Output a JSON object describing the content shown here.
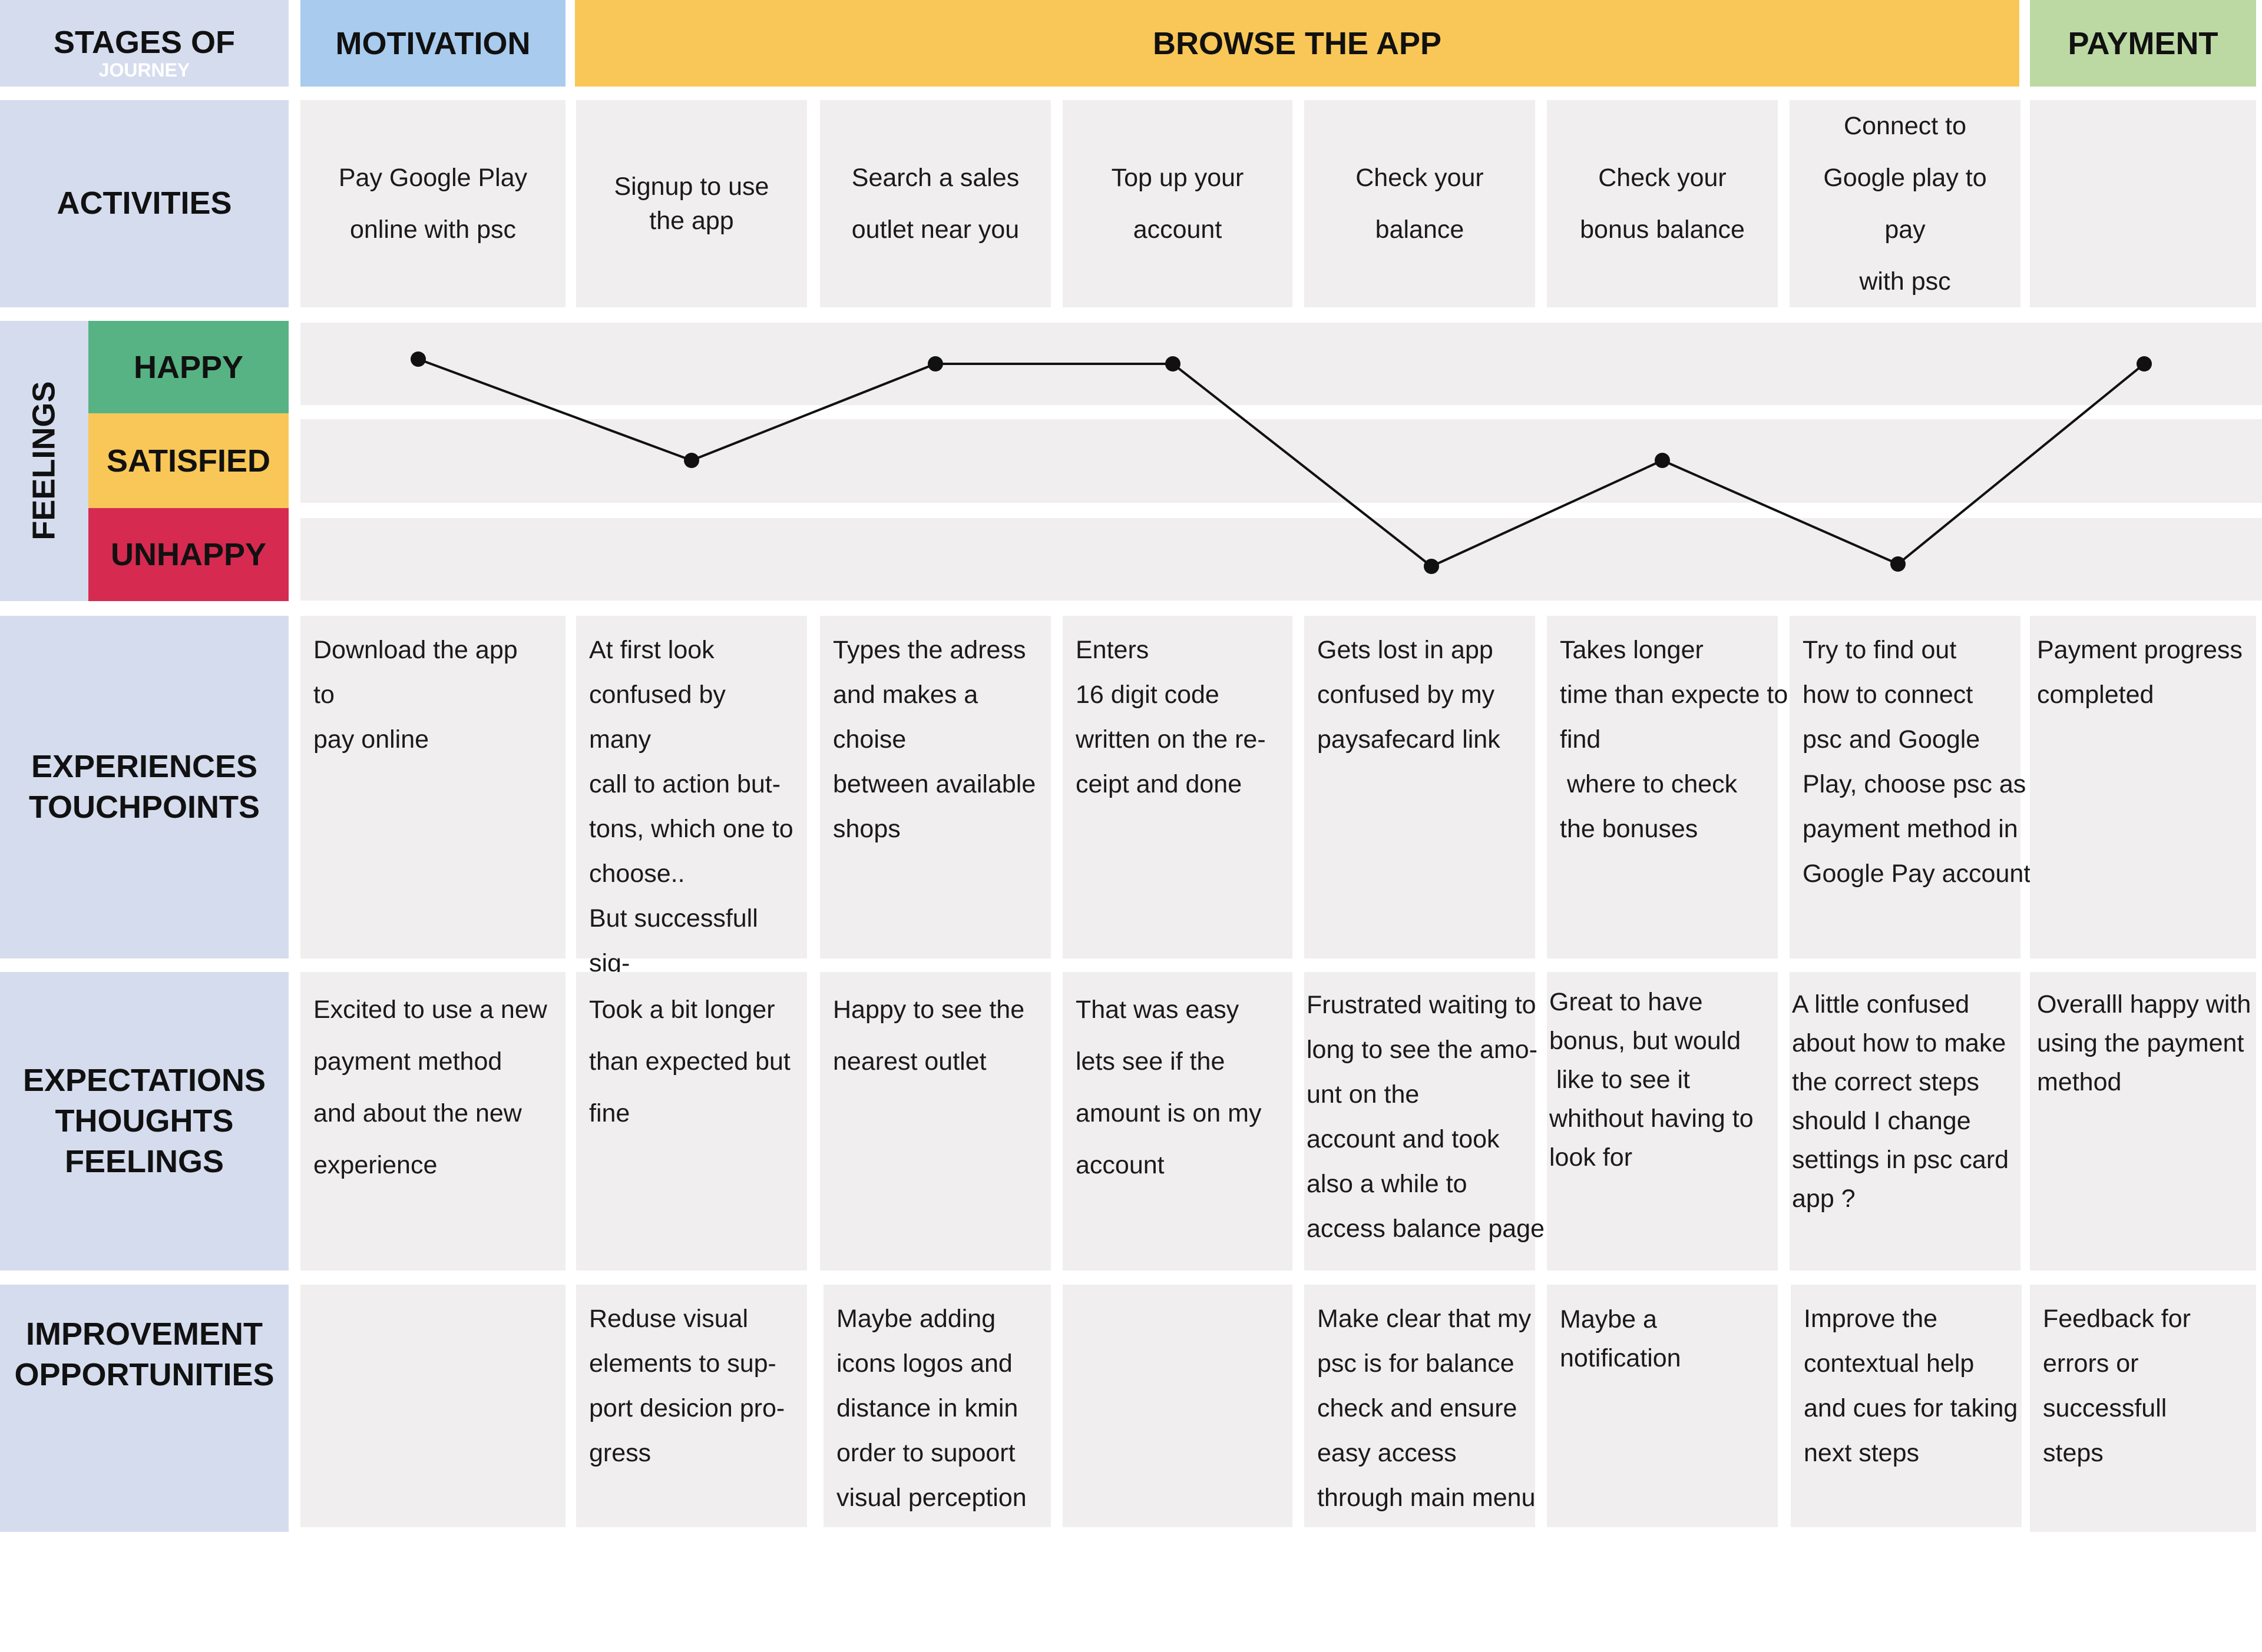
{
  "header": {
    "stages_of": "STAGES OF",
    "journey": "JOURNEY",
    "stages": [
      {
        "label": "MOTIVATION",
        "color": "#a8cbee"
      },
      {
        "label": "BROWSE THE APP",
        "color": "#f9c757"
      },
      {
        "label": "PAYMENT",
        "color": "#bcd9a3"
      }
    ]
  },
  "rows": {
    "activities": "ACTIVITIES",
    "experiences": [
      "EXPERIENCES",
      "TOUCHPOINTS"
    ],
    "expectations": [
      "EXPECTATIONS",
      "THOUGHTS",
      "FEELINGS"
    ],
    "improvements": [
      "IMPROVEMENT",
      "OPPORTUNITIES"
    ]
  },
  "feelings": {
    "label": "FEELINGS",
    "levels": [
      {
        "label": "HAPPY",
        "color": "#57b383"
      },
      {
        "label": "SATISFIED",
        "color": "#f9c757"
      },
      {
        "label": "UNHAPPY",
        "color": "#d62a51"
      }
    ]
  },
  "activities": [
    "Pay Google Play\nonline with psc",
    "Signup to use\nthe app",
    "Search a sales\noutlet near you",
    "Top up your\naccount",
    "Check your\nbalance",
    "Check your\nbonus balance",
    "Connect to\nGoogle play to pay\nwith psc",
    ""
  ],
  "experiences": [
    "Download the app\nto\npay online",
    "At first look\nconfused by many\ncall to action but-\ntons, which one to\nchoose..\nBut successfull sig-\nnup at the end.",
    "Types the adress\nand makes a choise\nbetween available\nshops",
    "Enters\n16 digit code\nwritten on the re-\nceipt and done",
    "Gets lost in app\nconfused by my\npaysafecard link",
    "Takes longer\ntime than expecte to\nfind\n where to check\nthe bonuses",
    "Try to find out\nhow to connect\npsc and Google\nPlay, choose psc as\npayment method in\nGoogle Pay account",
    "Payment progress\ncompleted"
  ],
  "expectations": [
    "Excited to use a new\npayment method\nand about the new\nexperience",
    "Took a bit longer\nthan expected but\nfine",
    "Happy to see the\nnearest outlet",
    "That was easy\nlets see if the\namount is on my\naccount",
    "Frustrated waiting to\nlong to see the amo-\nunt on the\naccount and took\nalso a while to\naccess balance page",
    "Great to have\nbonus, but would\n like to see it\nwhithout having to\nlook for",
    "A little confused\nabout how to make\nthe correct steps\nshould I change\nsettings in psc card\napp ?",
    "Overalll happy with\nusing the payment\nmethod"
  ],
  "improvements": [
    "",
    "Reduse visual\nelements to sup-\nport desicion pro-\ngress",
    "Maybe adding\nicons logos and\ndistance in kmin\norder to supoort\nvisual perception",
    "",
    "Make clear that my\npsc is for balance\ncheck and ensure\neasy access\nthrough main menu",
    "Maybe a\nnotification",
    "Improve the\ncontextual help\nand cues for taking\nnext steps",
    "Feedback for\nerrors or\nsuccessfull\nsteps"
  ],
  "chart_data": {
    "type": "line",
    "categories": [
      "Pay Google Play online with psc",
      "Signup to use the app",
      "Search a sales outlet near you",
      "Top up your account",
      "Check your balance",
      "Check your bonus balance",
      "Connect to Google play to pay with psc",
      "Payment"
    ],
    "levels": [
      "UNHAPPY",
      "SATISFIED",
      "HAPPY"
    ],
    "values": [
      "HAPPY",
      "SATISFIED",
      "HAPPY",
      "HAPPY",
      "UNHAPPY",
      "SATISFIED",
      "UNHAPPY",
      "HAPPY"
    ],
    "line_color": "#111111"
  }
}
